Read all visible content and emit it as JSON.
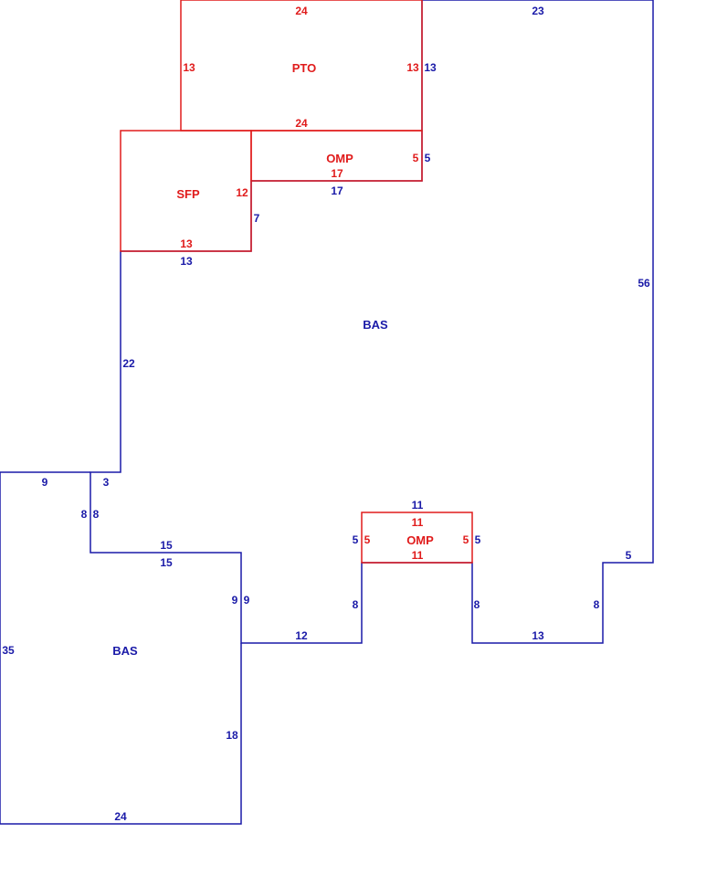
{
  "colors": {
    "blue": "#1a1aa8",
    "red": "#e01b1b"
  },
  "areas": {
    "bas_main": "BAS",
    "bas_lower": "BAS",
    "pto": "PTO",
    "sfp": "SFP",
    "omp_upper": "OMP",
    "omp_lower": "OMP"
  },
  "dims": {
    "pto_top": "24",
    "pto_left": "13",
    "pto_right": "13",
    "pto_bottom": "24",
    "bas_top": "23",
    "bas_right_upper": "13",
    "bas_omp_right": "5",
    "bas_omp_bottom": "17",
    "omp_u_right": "5",
    "omp_u_bottom": "17",
    "sfp_right": "12",
    "sfp_right_ext": "7",
    "sfp_bottom": "13",
    "bas_sfp_bottom": "13",
    "bas_left_upper": "22",
    "bas_right": "56",
    "low_top": "9",
    "step_3": "3",
    "step_8_left": "8",
    "step_8_right": "8",
    "step_15_top": "15",
    "step_15_bottom": "15",
    "step_9_left": "9",
    "step_9_right": "9",
    "low_left": "35",
    "low_right": "18",
    "low_bottom": "24",
    "seg_12": "12",
    "seg_8_a": "8",
    "omp_l_top_outer": "11",
    "omp_l_top": "11",
    "omp_l_bottom": "11",
    "omp_l_left_outer": "5",
    "omp_l_left": "5",
    "omp_l_right": "5",
    "omp_l_right_outer": "5",
    "seg_8_b": "8",
    "seg_13": "13",
    "seg_8_c": "8",
    "seg_5": "5"
  }
}
